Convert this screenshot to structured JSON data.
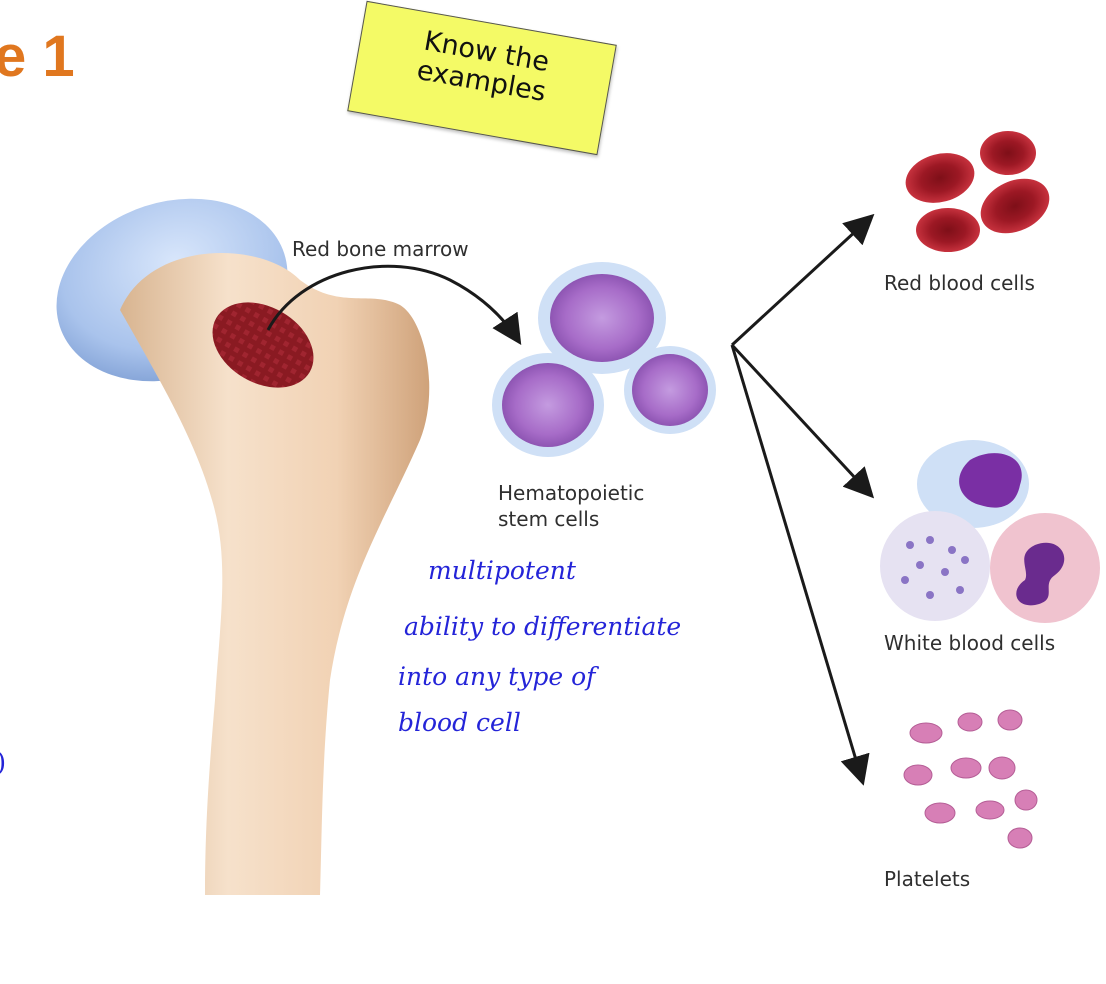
{
  "title_fragment": "e 1",
  "sticky_note": {
    "line1": "Know the",
    "line2": "examples"
  },
  "labels": {
    "red_bone_marrow": "Red bone marrow",
    "stem_cells_line1": "Hematopoietic",
    "stem_cells_line2": "stem cells",
    "red_blood_cells": "Red blood cells",
    "white_blood_cells": "White blood cells",
    "platelets": "Platelets"
  },
  "handwritten_note": [
    "multipotent",
    "ability to differentiate",
    "into any type of",
    "blood cell"
  ],
  "stray_mark": ")",
  "colors": {
    "title": "#e0771f",
    "sticky": "#f4fa66",
    "ink": "#2424d8",
    "bone": "#f1d2b4",
    "marrow": "#8a1a22",
    "cartilage": "#a9c3ec",
    "stem_cell": "#a76cc8",
    "red_cell": "#b4202d",
    "platelet": "#d77fb6"
  }
}
